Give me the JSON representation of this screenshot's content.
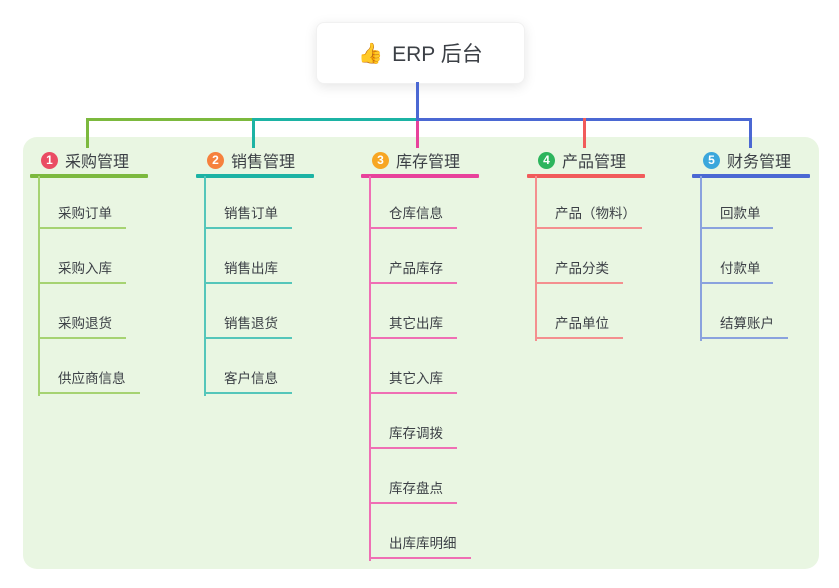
{
  "root": {
    "icon": "👍",
    "title": "ERP 后台"
  },
  "colors": {
    "canvas": "#ffffff",
    "panel": "#e9f6e2",
    "text_dark": "#3c4046",
    "root_line": "#4b68d3"
  },
  "connectors": {
    "segment_green": "#7cb93e",
    "segment_teal": "#1cb3a4",
    "segment_blue": "#4b68d3",
    "drop_magenta": "#e8429b",
    "drop_red": "#f15b5b"
  },
  "branches": [
    {
      "badge": "1",
      "label": "采购管理",
      "badge_color": "#ea4c63",
      "line_color": "#7cb93e",
      "child_line_color": "#a6d372",
      "children": [
        "采购订单",
        "采购入库",
        "采购退货",
        "供应商信息"
      ]
    },
    {
      "badge": "2",
      "label": "销售管理",
      "badge_color": "#f6813d",
      "line_color": "#1cb3a4",
      "child_line_color": "#54c6ba",
      "children": [
        "销售订单",
        "销售出库",
        "销售退货",
        "客户信息"
      ]
    },
    {
      "badge": "3",
      "label": "库存管理",
      "badge_color": "#f7a623",
      "line_color": "#e8429b",
      "child_line_color": "#ef6fb4",
      "children": [
        "仓库信息",
        "产品库存",
        "其它出库",
        "其它入库",
        "库存调拨",
        "库存盘点",
        "出库库明细"
      ]
    },
    {
      "badge": "4",
      "label": "产品管理",
      "badge_color": "#2db55d",
      "line_color": "#f15b5b",
      "child_line_color": "#f48f8f",
      "children": [
        "产品（物料）",
        "产品分类",
        "产品单位"
      ]
    },
    {
      "badge": "5",
      "label": "财务管理",
      "badge_color": "#3ba7dc",
      "line_color": "#4b68d3",
      "child_line_color": "#8aa2de",
      "children": [
        "回款单",
        "付款单",
        "结算账户"
      ]
    }
  ]
}
